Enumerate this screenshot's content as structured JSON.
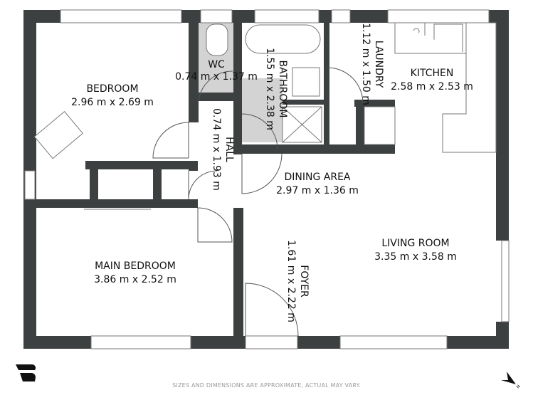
{
  "rooms": [
    {
      "name": "BEDROOM",
      "size": "2.96 m x 2.69 m"
    },
    {
      "name": "WC",
      "size": "0.74 m x 1.37 m"
    },
    {
      "name": "BATHROOM",
      "size": "1.55 m x 2.38 m"
    },
    {
      "name": "LAUNDRY",
      "size": "1.12 m x 1.50 m"
    },
    {
      "name": "KITCHEN",
      "size": "2.58 m x 2.53 m"
    },
    {
      "name": "HALL",
      "size": "0.74 m x 1.93 m"
    },
    {
      "name": "DINING AREA",
      "size": "2.97 m x 1.36 m"
    },
    {
      "name": "MAIN BEDROOM",
      "size": "3.86 m x 2.52 m"
    },
    {
      "name": "FOYER",
      "size": "1.61 m x 2.22 m"
    },
    {
      "name": "LIVING ROOM",
      "size": "3.35 m x 3.58 m"
    }
  ],
  "footer": {
    "disclaimer": "SIZES AND DIMENSIONS ARE APPROXIMATE, ACTUAL MAY VARY.",
    "north_label": "N"
  },
  "colors": {
    "wall": "#3d4040",
    "wet_area": "#d3d3d3"
  }
}
